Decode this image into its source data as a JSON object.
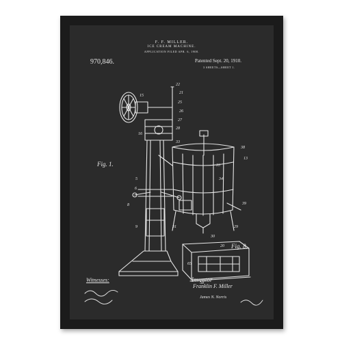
{
  "patent": {
    "inventor_caps": "F. F. MILLER.",
    "title": "ICE CREAM MACHINE.",
    "filed": "APPLICATION FILED APR. 6, 1908.",
    "number": "970,846.",
    "patented": "Patented Sept. 20, 1910.",
    "sheet": "3 SHEETS—SHEET 1.",
    "witnesses_label": "Witnesses:",
    "inventor_label": "Inventor",
    "inventor_signature": "Franklin F. Miller",
    "attorney_signature": "James N. Norris",
    "figure_labels": [
      "Fig. 1.",
      "Fig. 8."
    ]
  },
  "colors": {
    "frame": "#1b1b1b",
    "paper": "#2b2b2b",
    "ink": "#e8e8e8"
  }
}
